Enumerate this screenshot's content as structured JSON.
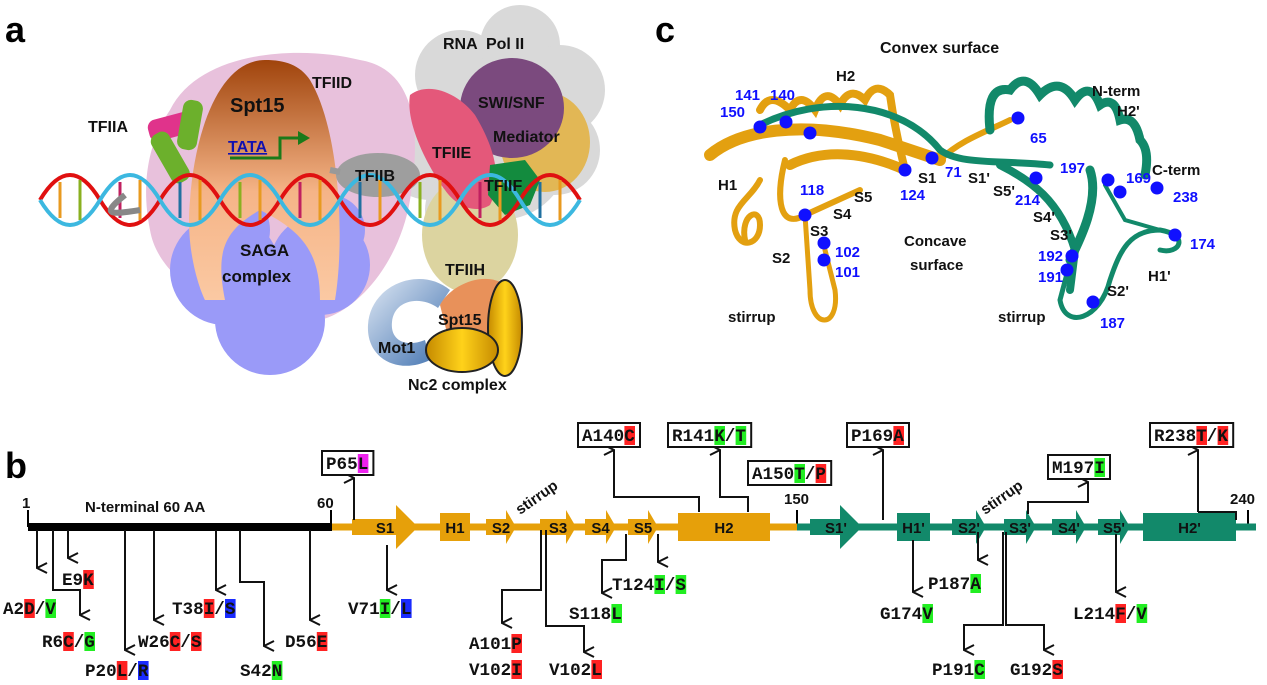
{
  "panel_labels": {
    "a": "a",
    "b": "b",
    "c": "c"
  },
  "panel_a": {
    "complexes": [
      "TFIIA",
      "Spt15",
      "TFIID",
      "TATA",
      "TFIIB",
      "RNA  Pol II",
      "SWI/SNF",
      "TFIIE",
      "Mediator",
      "TFIIF",
      "TFIIH",
      "SAGA",
      "complex",
      "Spt15",
      "Mot1",
      "Nc2 complex"
    ]
  },
  "panel_b": {
    "start": "1",
    "n_term_label": "N-terminal 60 AA",
    "pos60": "60",
    "pos150": "150",
    "pos240": "240",
    "stirrup": "stirrup",
    "elements": [
      "S1",
      "H1",
      "S2",
      "S3",
      "S4",
      "S5",
      "H2",
      "S1'",
      "H1'",
      "S2'",
      "S3'",
      "S4'",
      "S5'",
      "H2'"
    ],
    "colors": {
      "red": "#ff2222",
      "green": "#22ee22",
      "blue": "#1a2bff",
      "magenta": "#ee22ee",
      "n_terminal": "#000000",
      "repeat1": "#e6a00a",
      "repeat2": "#12896a"
    },
    "mutations": [
      {
        "wt": "E9",
        "subs": [
          [
            "K",
            "red"
          ]
        ],
        "boxed": false
      },
      {
        "wt": "A2",
        "subs": [
          [
            "D",
            "red"
          ],
          [
            "V",
            "green"
          ]
        ],
        "boxed": false
      },
      {
        "wt": "R6",
        "subs": [
          [
            "C",
            "red"
          ],
          [
            "G",
            "green"
          ]
        ],
        "boxed": false
      },
      {
        "wt": "P20",
        "subs": [
          [
            "L",
            "red"
          ],
          [
            "R",
            "blue"
          ]
        ],
        "boxed": false
      },
      {
        "wt": "W26",
        "subs": [
          [
            "C",
            "red"
          ],
          [
            "S",
            "red"
          ]
        ],
        "boxed": false
      },
      {
        "wt": "T38",
        "subs": [
          [
            "I",
            "red"
          ],
          [
            "S",
            "blue"
          ]
        ],
        "boxed": false
      },
      {
        "wt": "S42",
        "subs": [
          [
            "N",
            "green"
          ]
        ],
        "boxed": false
      },
      {
        "wt": "D56",
        "subs": [
          [
            "E",
            "red"
          ]
        ],
        "boxed": false
      },
      {
        "wt": "P65",
        "subs": [
          [
            "L",
            "magenta"
          ]
        ],
        "boxed": true
      },
      {
        "wt": "V71",
        "subs": [
          [
            "I",
            "green"
          ],
          [
            "L",
            "blue"
          ]
        ],
        "boxed": false
      },
      {
        "wt": "A101",
        "subs": [
          [
            "P",
            "red"
          ]
        ],
        "boxed": false
      },
      {
        "wt": "V102",
        "subs": [
          [
            "I",
            "red"
          ]
        ],
        "boxed": false
      },
      {
        "wt": "V102",
        "subs": [
          [
            "L",
            "red"
          ]
        ],
        "boxed": false
      },
      {
        "wt": "S118",
        "subs": [
          [
            "L",
            "green"
          ]
        ],
        "boxed": false
      },
      {
        "wt": "T124",
        "subs": [
          [
            "I",
            "green"
          ],
          [
            "S",
            "green"
          ]
        ],
        "boxed": false
      },
      {
        "wt": "A140",
        "subs": [
          [
            "C",
            "red"
          ]
        ],
        "boxed": true
      },
      {
        "wt": "R141",
        "subs": [
          [
            "K",
            "green"
          ],
          [
            "T",
            "green"
          ]
        ],
        "boxed": true
      },
      {
        "wt": "A150",
        "subs": [
          [
            "T",
            "green"
          ],
          [
            "P",
            "red"
          ]
        ],
        "boxed": true
      },
      {
        "wt": "P169",
        "subs": [
          [
            "A",
            "red"
          ]
        ],
        "boxed": true
      },
      {
        "wt": "G174",
        "subs": [
          [
            "V",
            "green"
          ]
        ],
        "boxed": false
      },
      {
        "wt": "P187",
        "subs": [
          [
            "A",
            "green"
          ]
        ],
        "boxed": false
      },
      {
        "wt": "P191",
        "subs": [
          [
            "C",
            "green"
          ]
        ],
        "boxed": false
      },
      {
        "wt": "G192",
        "subs": [
          [
            "S",
            "red"
          ]
        ],
        "boxed": false
      },
      {
        "wt": "M197",
        "subs": [
          [
            "I",
            "green"
          ]
        ],
        "boxed": true
      },
      {
        "wt": "L214",
        "subs": [
          [
            "F",
            "red"
          ],
          [
            "V",
            "green"
          ]
        ],
        "boxed": false
      },
      {
        "wt": "R238",
        "subs": [
          [
            "T",
            "red"
          ],
          [
            "K",
            "red"
          ]
        ],
        "boxed": true
      }
    ]
  },
  "panel_c": {
    "convex": "Convex surface",
    "concave1": "Concave",
    "concave2": "surface",
    "labels": [
      "H2",
      "N-term",
      "H2'",
      "C-term",
      "H1",
      "S1",
      "S1'",
      "S5'",
      "S5",
      "S4",
      "S3",
      "S2",
      "S4'",
      "S3'",
      "H1'",
      "S2'",
      "stirrup",
      "stirrup"
    ],
    "residues": [
      "150",
      "141",
      "140",
      "65",
      "71",
      "124",
      "118",
      "102",
      "101",
      "197",
      "169",
      "238",
      "214",
      "174",
      "192",
      "191",
      "187"
    ],
    "dot_color": "#1010ff"
  }
}
